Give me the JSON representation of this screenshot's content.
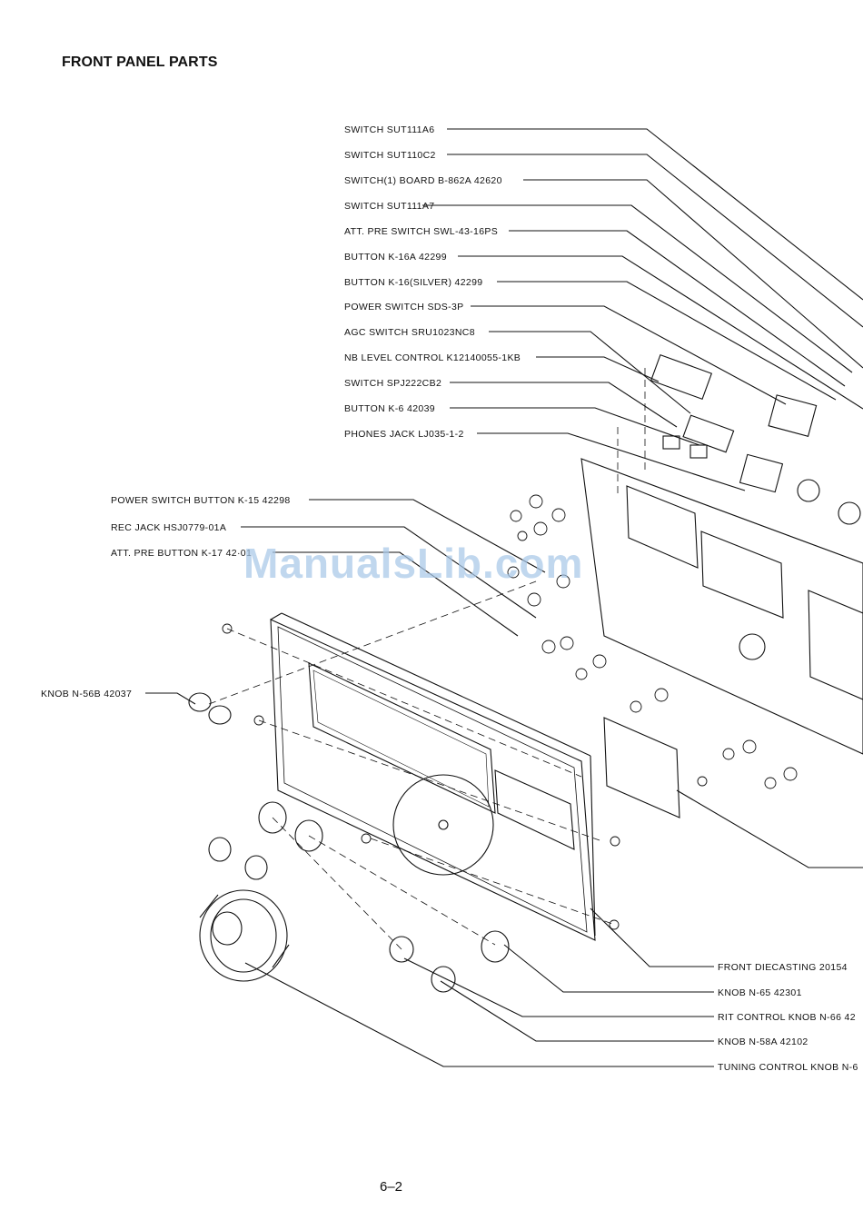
{
  "page": {
    "title": "FRONT PANEL PARTS",
    "page_number": "6–2",
    "watermark": "ManualsLib.com"
  },
  "labels": {
    "sw_sut111a6": "SWITCH SUT111A6",
    "sw_sut110c2": "SWITCH SUT110C2",
    "switch_board": "SWITCH(1) BOARD B-862A 42620",
    "sw_sut111a7": "SWITCH SUT111A7",
    "att_pre_switch": "ATT. PRE SWITCH SWL-43-16PS",
    "button_k16a": "BUTTON K-16A 42299",
    "button_k16_silver": "BUTTON K-16(SILVER) 42299",
    "power_switch": "POWER SWITCH SDS-3P",
    "agc_switch": "AGC SWITCH SRU1023NC8",
    "nb_level_control": "NB LEVEL CONTROL K12140055-1KB",
    "sw_spj222cb2": "SWITCH SPJ222CB2",
    "button_k6": "BUTTON K-6 42039",
    "phones_jack": "PHONES JACK LJ035-1-2",
    "power_switch_button": "POWER SWITCH BUTTON K-15 42298",
    "rec_jack": "REC JACK HSJ0779-01A",
    "att_pre_button": "ATT. PRE BUTTON K-17 42·01",
    "knob_n56b": "KNOB N-56B 42037",
    "front_diecasting": "FRONT DIECASTING 20154",
    "knob_n65": "KNOB N-65 42301",
    "rit_control_knob": "RIT CONTROL KNOB N-66 42",
    "knob_n58a": "KNOB N-58A 42102",
    "tuning_control_knob": "TUNING CONTROL KNOB N-6"
  },
  "colors": {
    "ink": "#111111",
    "watermark": "#a9c8e8"
  }
}
